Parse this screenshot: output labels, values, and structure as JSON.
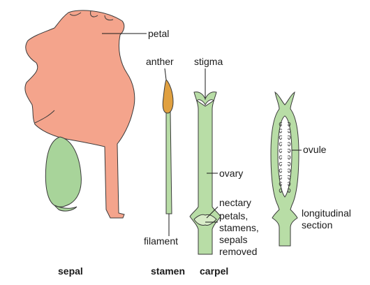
{
  "colors": {
    "petal_fill": "#f4a48c",
    "sepal_fill": "#a8d49a",
    "green_fill": "#b8dda6",
    "anther_fill": "#e0a040",
    "line": "#1a1a1a"
  },
  "labels": {
    "petal": "petal",
    "anther": "anther",
    "stigma": "stigma",
    "ovule": "ovule",
    "ovary": "ovary",
    "nectary": "nectary",
    "petals_removed": [
      "petals,",
      "stamens,",
      "sepals",
      "removed"
    ],
    "longitudinal_section": [
      "longitudinal",
      "section"
    ],
    "filament": "filament"
  },
  "captions": {
    "sepal": "sepal",
    "stamen": "stamen",
    "carpel": "carpel"
  }
}
